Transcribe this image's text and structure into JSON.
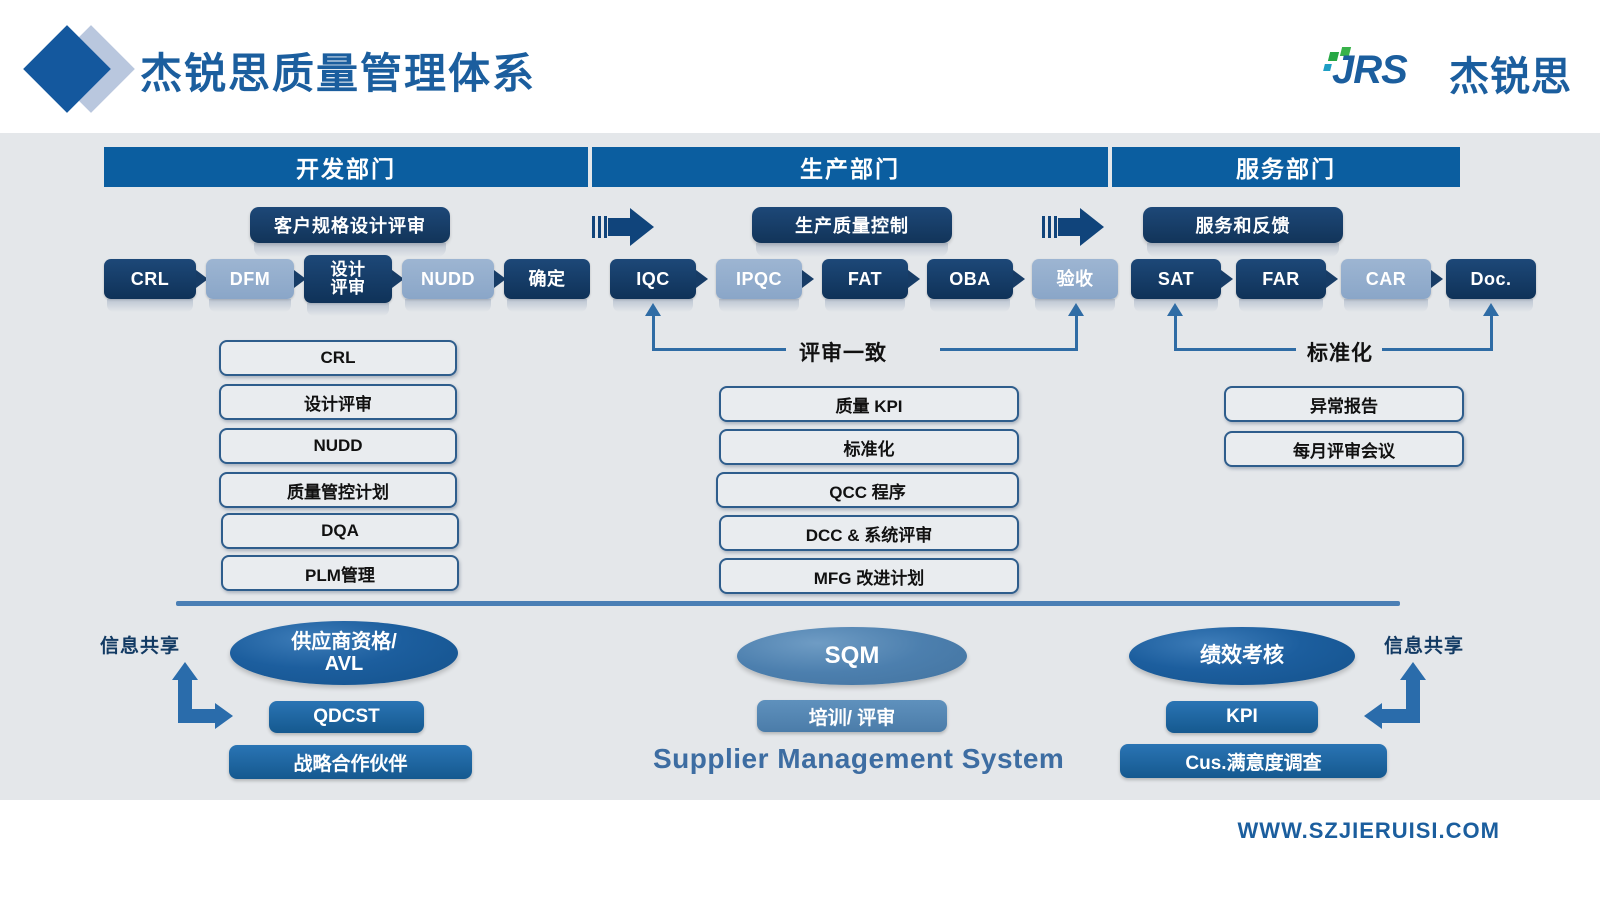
{
  "header": {
    "title": "杰锐思质量管理体系",
    "brand_mark": "JRS",
    "brand_cn": "杰锐思"
  },
  "departments": [
    {
      "name": "开发部门",
      "stage_title": "客户规格设计评审"
    },
    {
      "name": "生产部门",
      "stage_title": "生产质量控制"
    },
    {
      "name": "服务部门",
      "stage_title": "服务和反馈"
    }
  ],
  "flows": {
    "development": [
      {
        "label": "CRL",
        "tone": "dark"
      },
      {
        "label": "DFM",
        "tone": "light"
      },
      {
        "label": "设计评审",
        "tone": "dark",
        "line1": "设计",
        "line2": "评审"
      },
      {
        "label": "NUDD",
        "tone": "light"
      },
      {
        "label": "确定",
        "tone": "dark"
      }
    ],
    "production": [
      {
        "label": "IQC",
        "tone": "dark"
      },
      {
        "label": "IPQC",
        "tone": "light"
      },
      {
        "label": "FAT",
        "tone": "dark"
      },
      {
        "label": "OBA",
        "tone": "dark"
      },
      {
        "label": "验收",
        "tone": "light"
      }
    ],
    "service": [
      {
        "label": "SAT",
        "tone": "dark"
      },
      {
        "label": "FAR",
        "tone": "dark"
      },
      {
        "label": "CAR",
        "tone": "light"
      },
      {
        "label": "Doc.",
        "tone": "dark"
      }
    ]
  },
  "annotations": {
    "review_consistency": "评审一致",
    "standardization": "标准化"
  },
  "lists": {
    "development": [
      "CRL",
      "设计评审",
      "NUDD",
      "质量管控计划",
      "DQA",
      "PLM管理"
    ],
    "production": [
      "质量 KPI",
      "标准化",
      "QCC 程序",
      "DCC & 系统评审",
      "MFG 改进计划"
    ],
    "service": [
      "异常报告",
      "每月评审会议"
    ]
  },
  "supplier_system": {
    "heading": "Supplier Management System",
    "share_left": "信息共享",
    "share_right": "信息共享",
    "groups": [
      {
        "ellipse": "供应商资格/ AVL",
        "ellipse_line1": "供应商资格/",
        "ellipse_line2": "AVL",
        "mid": "QDCST",
        "bottom": "战略合作伙伴"
      },
      {
        "ellipse": "SQM",
        "ellipse_line1": "SQM",
        "ellipse_line2": "",
        "mid": "培训/ 评审",
        "bottom": ""
      },
      {
        "ellipse": "绩效考核",
        "ellipse_line1": "绩效考核",
        "ellipse_line2": "",
        "mid": "KPI",
        "bottom": "Cus.满意度调查"
      }
    ]
  },
  "footer": {
    "url": "WWW.SZJIERUISI.COM"
  },
  "colors": {
    "accent": "#1b5e9e",
    "header_bar": "#0b5ea0",
    "dark_step": "#1d4878",
    "light_step": "#9db5d2",
    "canvas_bg": "#e4e7ea",
    "outline": "#2e5d8c",
    "annotation_arrow": "#2f6ca5"
  }
}
